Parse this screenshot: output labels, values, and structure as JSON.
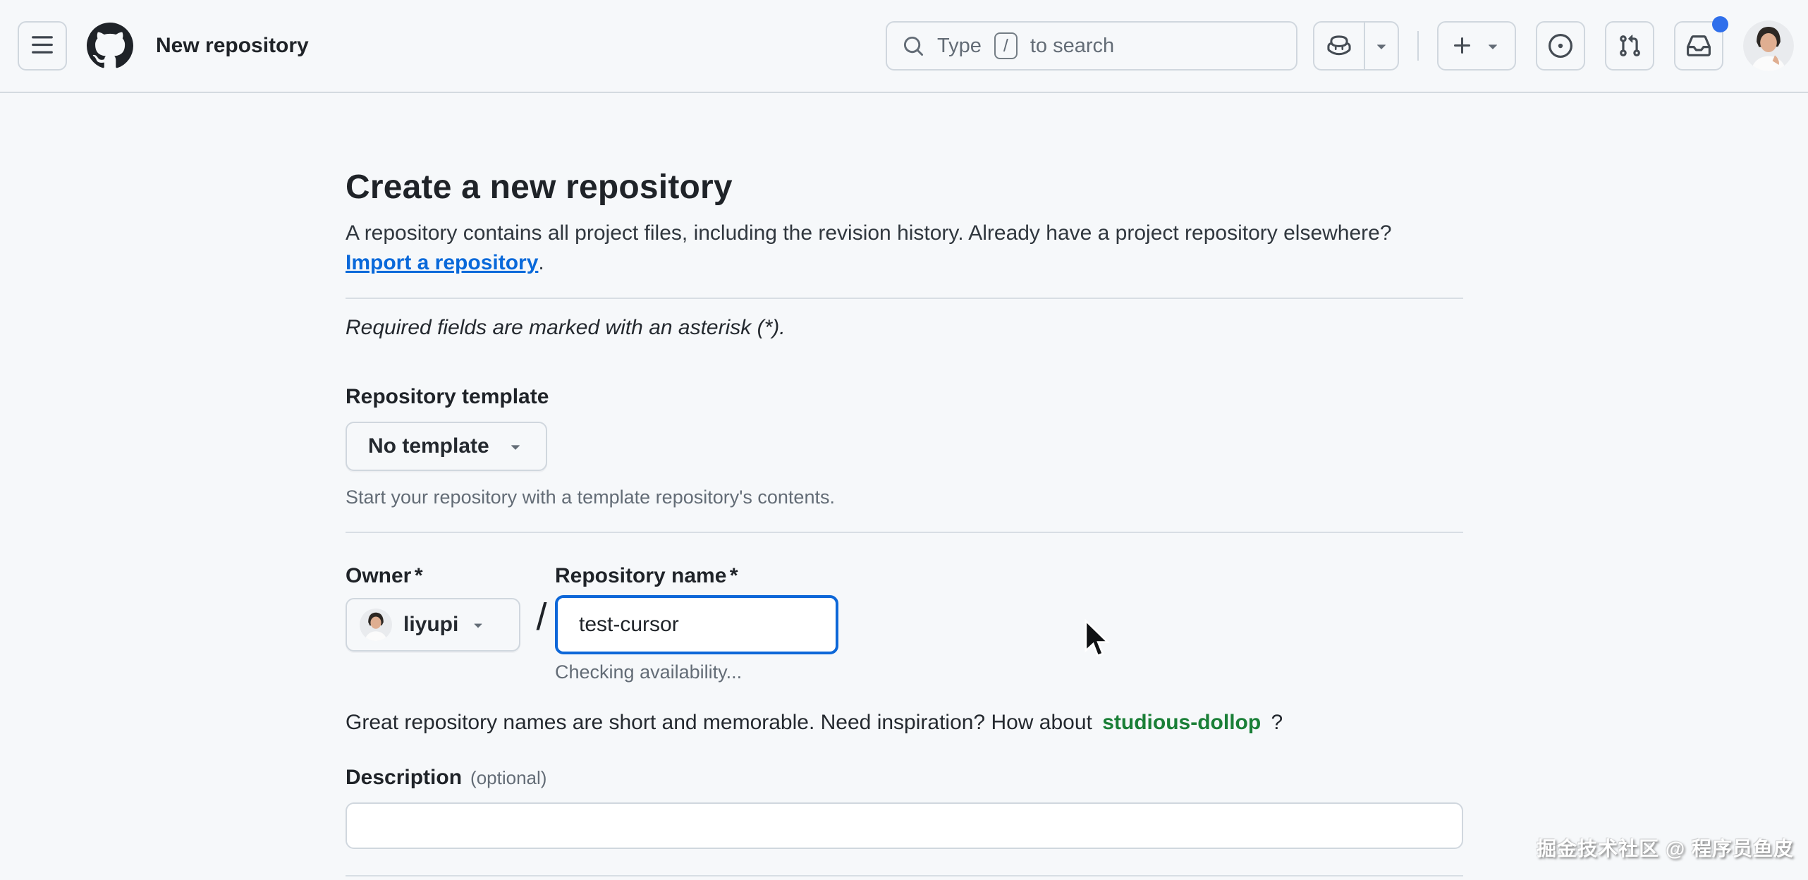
{
  "header": {
    "title": "New repository",
    "search": {
      "prefix": "Type",
      "key": "/",
      "suffix": "to search"
    },
    "notification_unread": true
  },
  "main": {
    "heading": "Create a new repository",
    "intro": {
      "text": "A repository contains all project files, including the revision history. Already have a project repository elsewhere?",
      "link_label": "Import a repository",
      "after_link": "."
    },
    "required_note": "Required fields are marked with an asterisk (*)."
  },
  "template_section": {
    "label": "Repository template",
    "button_label": "No template",
    "help": "Start your repository with a template repository's contents."
  },
  "owner_section": {
    "owner_label": "Owner",
    "owner_required_mark": "*",
    "owner_value": "liyupi",
    "separator": "/",
    "repo_label": "Repository name",
    "repo_required_mark": "*",
    "repo_value": "test-cursor",
    "availability_status": "Checking availability...",
    "suggestion_text": "Great repository names are short and memorable. Need inspiration? How about",
    "suggestion_name": "studious-dollop",
    "suggestion_suffix": "?"
  },
  "description_section": {
    "label": "Description",
    "optional_label": "(optional)",
    "value": ""
  },
  "watermark": {
    "text": "掘金技术社区 @ 程序员鱼皮"
  },
  "icons": {
    "hamburger": "three-bars",
    "logo": "github-mark",
    "search": "magnifier",
    "copilot": "copilot",
    "dropdown": "triangle-down",
    "create_new": "plus",
    "issues": "issue-opened",
    "pull_requests": "git-pull-request",
    "notifications": "inbox",
    "pointer": "mouse-arrow-cursor"
  },
  "colors": {
    "background": "#f6f8fa",
    "border": "#d0d7de",
    "text_primary": "#1f2328",
    "text_muted": "#636c76",
    "link_blue": "#0969da",
    "focus_border_blue": "#0d67d8",
    "success_green": "#1a7f37",
    "notification_dot_blue": "#2f6feb"
  }
}
